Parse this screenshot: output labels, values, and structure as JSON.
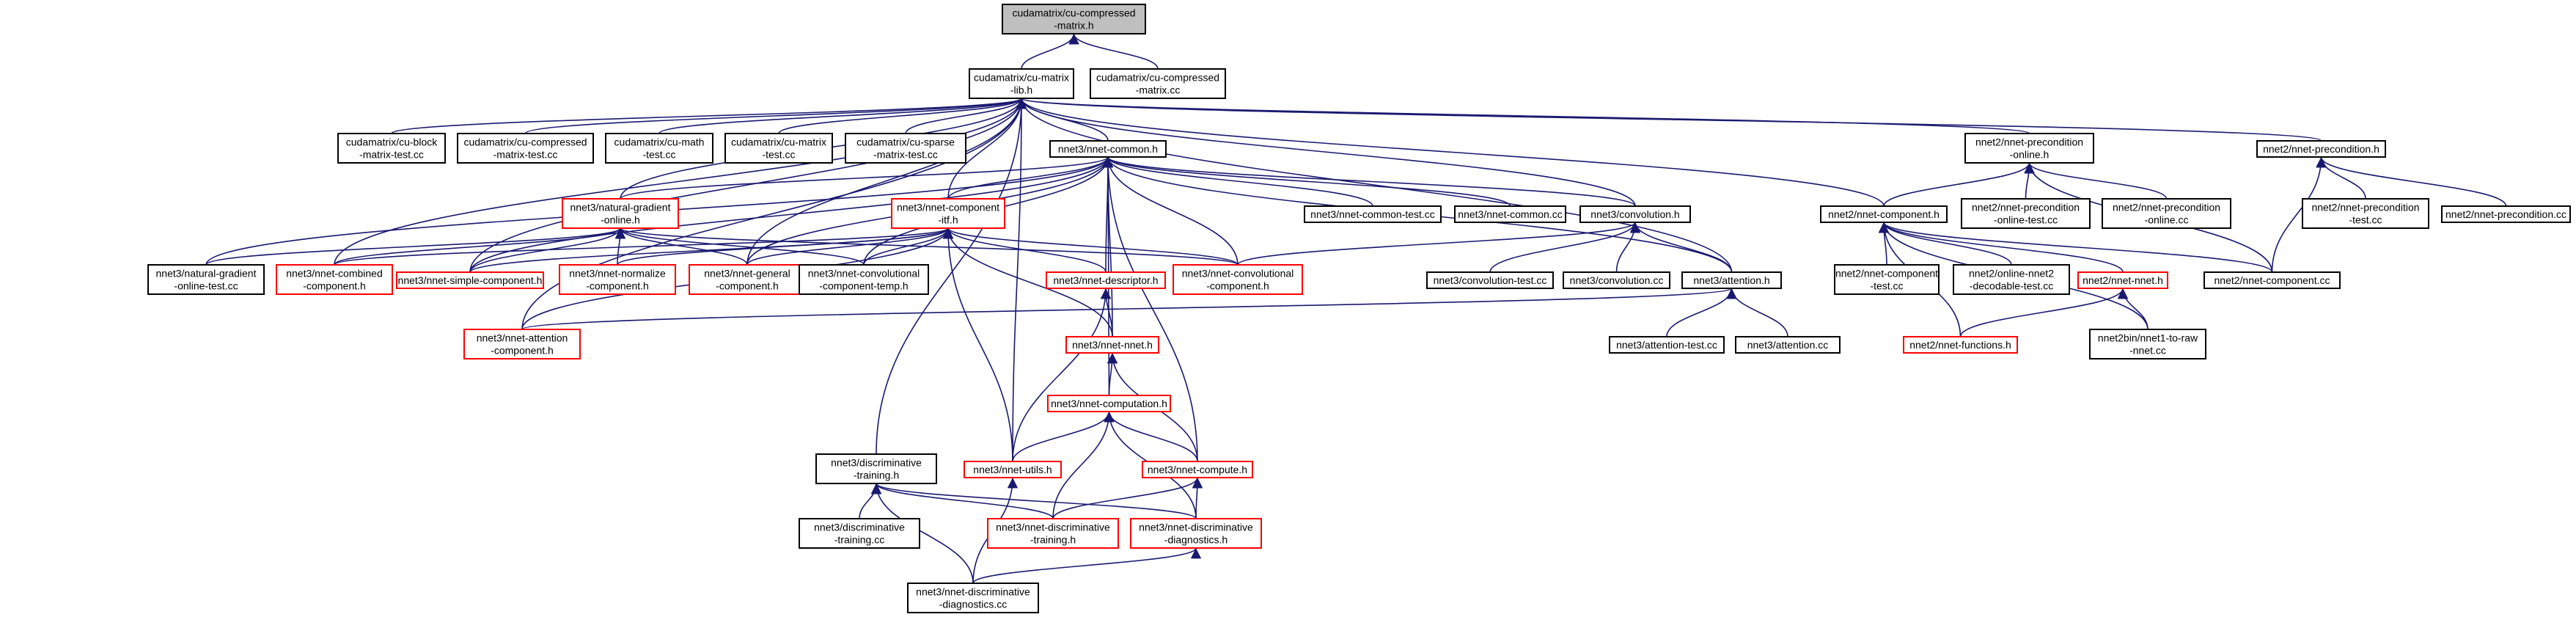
{
  "colors": {
    "edge": "#191970",
    "root_fill": "#bfbfbf",
    "black_border": "#000000",
    "red_border": "#ff0000"
  },
  "nodes": [
    {
      "id": "cm-h",
      "lines": [
        "cudamatrix/cu-compressed",
        "-matrix.h"
      ],
      "style": "root"
    },
    {
      "id": "cm-lib",
      "lines": [
        "cudamatrix/cu-matrix",
        "-lib.h"
      ],
      "style": "black"
    },
    {
      "id": "cm-cc",
      "lines": [
        "cudamatrix/cu-compressed",
        "-matrix.cc"
      ],
      "style": "black"
    },
    {
      "id": "cb-test",
      "lines": [
        "cudamatrix/cu-block",
        "-matrix-test.cc"
      ],
      "style": "black"
    },
    {
      "id": "ccm-test",
      "lines": [
        "cudamatrix/cu-compressed",
        "-matrix-test.cc"
      ],
      "style": "black"
    },
    {
      "id": "cmath-test",
      "lines": [
        "cudamatrix/cu-math",
        "-test.cc"
      ],
      "style": "black"
    },
    {
      "id": "cmat-test",
      "lines": [
        "cudamatrix/cu-matrix",
        "-test.cc"
      ],
      "style": "black"
    },
    {
      "id": "csp-test",
      "lines": [
        "cudamatrix/cu-sparse",
        "-matrix-test.cc"
      ],
      "style": "black"
    },
    {
      "id": "n3-common-h",
      "lines": [
        "nnet3/nnet-common.h"
      ],
      "style": "black"
    },
    {
      "id": "n2-pre-online",
      "lines": [
        "nnet2/nnet-precondition",
        "-online.h"
      ],
      "style": "black"
    },
    {
      "id": "n2-pre-h",
      "lines": [
        "nnet2/nnet-precondition.h"
      ],
      "style": "black"
    },
    {
      "id": "n3-ngo",
      "lines": [
        "nnet3/natural-gradient",
        "-online.h"
      ],
      "style": "red"
    },
    {
      "id": "n3-comp-itf",
      "lines": [
        "nnet3/nnet-component",
        "-itf.h"
      ],
      "style": "red"
    },
    {
      "id": "n3-common-test",
      "lines": [
        "nnet3/nnet-common-test.cc"
      ],
      "style": "black"
    },
    {
      "id": "n3-common-cc",
      "lines": [
        "nnet3/nnet-common.cc"
      ],
      "style": "black"
    },
    {
      "id": "n3-conv-h",
      "lines": [
        "nnet3/convolution.h"
      ],
      "style": "black"
    },
    {
      "id": "n2-comp-h",
      "lines": [
        "nnet2/nnet-component.h"
      ],
      "style": "black"
    },
    {
      "id": "n2-pre-online-test",
      "lines": [
        "nnet2/nnet-precondition",
        "-online-test.cc"
      ],
      "style": "black"
    },
    {
      "id": "n2-pre-online-cc",
      "lines": [
        "nnet2/nnet-precondition",
        "-online.cc"
      ],
      "style": "black"
    },
    {
      "id": "n2-pre-test",
      "lines": [
        "nnet2/nnet-precondition",
        "-test.cc"
      ],
      "style": "black"
    },
    {
      "id": "n2-pre-cc",
      "lines": [
        "nnet2/nnet-precondition.cc"
      ],
      "style": "black"
    },
    {
      "id": "n3-ngo-test",
      "lines": [
        "nnet3/natural-gradient",
        "-online-test.cc"
      ],
      "style": "black"
    },
    {
      "id": "n3-combined",
      "lines": [
        "nnet3/nnet-combined",
        "-component.h"
      ],
      "style": "red"
    },
    {
      "id": "n3-simple",
      "lines": [
        "nnet3/nnet-simple-component.h"
      ],
      "style": "red"
    },
    {
      "id": "n3-normalize",
      "lines": [
        "nnet3/nnet-normalize",
        "-component.h"
      ],
      "style": "red"
    },
    {
      "id": "n3-general",
      "lines": [
        "nnet3/nnet-general",
        "-component.h"
      ],
      "style": "red"
    },
    {
      "id": "n3-conv-temp",
      "lines": [
        "nnet3/nnet-convolutional",
        "-component-temp.h"
      ],
      "style": "black"
    },
    {
      "id": "n3-descriptor",
      "lines": [
        "nnet3/nnet-descriptor.h"
      ],
      "style": "red"
    },
    {
      "id": "n3-convolutional",
      "lines": [
        "nnet3/nnet-convolutional",
        "-component.h"
      ],
      "style": "red"
    },
    {
      "id": "n3-conv-test",
      "lines": [
        "nnet3/convolution-test.cc"
      ],
      "style": "black"
    },
    {
      "id": "n3-conv-cc",
      "lines": [
        "nnet3/convolution.cc"
      ],
      "style": "black"
    },
    {
      "id": "n3-attention-h",
      "lines": [
        "nnet3/attention.h"
      ],
      "style": "black"
    },
    {
      "id": "n2-comp-test",
      "lines": [
        "nnet2/nnet-component",
        "-test.cc"
      ],
      "style": "black"
    },
    {
      "id": "n2-online-test",
      "lines": [
        "nnet2/online-nnet2",
        "-decodable-test.cc"
      ],
      "style": "black"
    },
    {
      "id": "n2-nnet-h",
      "lines": [
        "nnet2/nnet-nnet.h"
      ],
      "style": "red"
    },
    {
      "id": "n2-comp-cc",
      "lines": [
        "nnet2/nnet-component.cc"
      ],
      "style": "black"
    },
    {
      "id": "n3-att-comp",
      "lines": [
        "nnet3/nnet-attention",
        "-component.h"
      ],
      "style": "red"
    },
    {
      "id": "n3-nnet-h",
      "lines": [
        "nnet3/nnet-nnet.h"
      ],
      "style": "red"
    },
    {
      "id": "n3-att-test",
      "lines": [
        "nnet3/attention-test.cc"
      ],
      "style": "black"
    },
    {
      "id": "n3-att-cc",
      "lines": [
        "nnet3/attention.cc"
      ],
      "style": "black"
    },
    {
      "id": "n2-functions",
      "lines": [
        "nnet2/nnet-functions.h"
      ],
      "style": "red"
    },
    {
      "id": "n2bin-raw",
      "lines": [
        "nnet2bin/nnet1-to-raw",
        "-nnet.cc"
      ],
      "style": "black"
    },
    {
      "id": "n3-computation",
      "lines": [
        "nnet3/nnet-computation.h"
      ],
      "style": "red"
    },
    {
      "id": "n3-disc-training-h",
      "lines": [
        "nnet3/discriminative",
        "-training.h"
      ],
      "style": "black"
    },
    {
      "id": "n3-utils",
      "lines": [
        "nnet3/nnet-utils.h"
      ],
      "style": "red"
    },
    {
      "id": "n3-compute",
      "lines": [
        "nnet3/nnet-compute.h"
      ],
      "style": "red"
    },
    {
      "id": "n3-disc-training-cc",
      "lines": [
        "nnet3/discriminative",
        "-training.cc"
      ],
      "style": "black"
    },
    {
      "id": "n3-nnet-disc-training",
      "lines": [
        "nnet3/nnet-discriminative",
        "-training.h"
      ],
      "style": "red"
    },
    {
      "id": "n3-nnet-disc-diag",
      "lines": [
        "nnet3/nnet-discriminative",
        "-diagnostics.h"
      ],
      "style": "red"
    },
    {
      "id": "n3-nnet-disc-diag-cc",
      "lines": [
        "nnet3/nnet-discriminative",
        "-diagnostics.cc"
      ],
      "style": "black"
    }
  ],
  "edges": [
    [
      "cm-lib",
      "cm-h"
    ],
    [
      "cm-cc",
      "cm-h"
    ],
    [
      "cb-test",
      "cm-lib"
    ],
    [
      "ccm-test",
      "cm-lib"
    ],
    [
      "cmath-test",
      "cm-lib"
    ],
    [
      "cmat-test",
      "cm-lib"
    ],
    [
      "csp-test",
      "cm-lib"
    ],
    [
      "n3-common-h",
      "cm-lib"
    ],
    [
      "n2-pre-online",
      "cm-lib"
    ],
    [
      "n2-pre-h",
      "cm-lib"
    ],
    [
      "n3-ngo",
      "cm-lib"
    ],
    [
      "n3-comp-itf",
      "cm-lib"
    ],
    [
      "n3-conv-h",
      "cm-lib"
    ],
    [
      "n2-comp-h",
      "cm-lib"
    ],
    [
      "n3-attention-h",
      "cm-lib"
    ],
    [
      "n3-simple",
      "cm-lib"
    ],
    [
      "n3-general",
      "cm-lib"
    ],
    [
      "n3-att-comp",
      "cm-lib"
    ],
    [
      "n3-disc-training-h",
      "cm-lib"
    ],
    [
      "n3-utils",
      "cm-lib"
    ],
    [
      "n3-combined",
      "cm-lib"
    ],
    [
      "n3-ngo-test",
      "n3-common-h"
    ],
    [
      "n3-ngo",
      "n3-common-h"
    ],
    [
      "n3-comp-itf",
      "n3-common-h"
    ],
    [
      "n3-common-test",
      "n3-common-h"
    ],
    [
      "n3-common-cc",
      "n3-common-h"
    ],
    [
      "n3-conv-h",
      "n3-common-h"
    ],
    [
      "n3-descriptor",
      "n3-common-h"
    ],
    [
      "n3-convolutional",
      "n3-common-h"
    ],
    [
      "n3-attention-h",
      "n3-common-h"
    ],
    [
      "n3-nnet-h",
      "n3-common-h"
    ],
    [
      "n3-computation",
      "n3-common-h"
    ],
    [
      "n3-compute",
      "n3-common-h"
    ],
    [
      "n3-conv-temp",
      "n3-common-h"
    ],
    [
      "n3-general",
      "n3-common-h"
    ],
    [
      "n3-simple",
      "n3-common-h"
    ],
    [
      "n2-comp-h",
      "n2-pre-online"
    ],
    [
      "n2-pre-online-test",
      "n2-pre-online"
    ],
    [
      "n2-pre-online-cc",
      "n2-pre-online"
    ],
    [
      "n2-comp-cc",
      "n2-pre-online"
    ],
    [
      "n2-pre-test",
      "n2-pre-h"
    ],
    [
      "n2-pre-cc",
      "n2-pre-h"
    ],
    [
      "n2-comp-cc",
      "n2-pre-h"
    ],
    [
      "n3-ngo-test",
      "n3-ngo"
    ],
    [
      "n3-combined",
      "n3-ngo"
    ],
    [
      "n3-simple",
      "n3-ngo"
    ],
    [
      "n3-normalize",
      "n3-ngo"
    ],
    [
      "n3-general",
      "n3-ngo"
    ],
    [
      "n3-conv-temp",
      "n3-ngo"
    ],
    [
      "n3-convolutional",
      "n3-ngo"
    ],
    [
      "n3-combined",
      "n3-comp-itf"
    ],
    [
      "n3-simple",
      "n3-comp-itf"
    ],
    [
      "n3-normalize",
      "n3-comp-itf"
    ],
    [
      "n3-general",
      "n3-comp-itf"
    ],
    [
      "n3-conv-temp",
      "n3-comp-itf"
    ],
    [
      "n3-descriptor",
      "n3-comp-itf"
    ],
    [
      "n3-convolutional",
      "n3-comp-itf"
    ],
    [
      "n3-att-comp",
      "n3-comp-itf"
    ],
    [
      "n3-nnet-h",
      "n3-comp-itf"
    ],
    [
      "n3-utils",
      "n3-comp-itf"
    ],
    [
      "n3-conv-test",
      "n3-conv-h"
    ],
    [
      "n3-conv-cc",
      "n3-conv-h"
    ],
    [
      "n3-attention-h",
      "n3-conv-h"
    ],
    [
      "n3-convolutional",
      "n3-conv-h"
    ],
    [
      "n2-comp-test",
      "n2-comp-h"
    ],
    [
      "n2-online-test",
      "n2-comp-h"
    ],
    [
      "n2-nnet-h",
      "n2-comp-h"
    ],
    [
      "n2-comp-cc",
      "n2-comp-h"
    ],
    [
      "n2-functions",
      "n2-comp-h"
    ],
    [
      "n2bin-raw",
      "n2-comp-h"
    ],
    [
      "n3-att-test",
      "n3-attention-h"
    ],
    [
      "n3-att-cc",
      "n3-attention-h"
    ],
    [
      "n3-att-comp",
      "n3-attention-h"
    ],
    [
      "n2-functions",
      "n2-nnet-h"
    ],
    [
      "n2bin-raw",
      "n2-nnet-h"
    ],
    [
      "n3-nnet-h",
      "n3-descriptor"
    ],
    [
      "n3-utils",
      "n3-descriptor"
    ],
    [
      "n3-computation",
      "n3-nnet-h"
    ],
    [
      "n3-compute",
      "n3-nnet-h"
    ],
    [
      "n3-utils",
      "n3-computation"
    ],
    [
      "n3-compute",
      "n3-computation"
    ],
    [
      "n3-nnet-disc-training",
      "n3-computation"
    ],
    [
      "n3-nnet-disc-diag",
      "n3-computation"
    ],
    [
      "n3-nnet-disc-training",
      "n3-compute"
    ],
    [
      "n3-nnet-disc-diag",
      "n3-compute"
    ],
    [
      "n3-disc-training-cc",
      "n3-disc-training-h"
    ],
    [
      "n3-nnet-disc-training",
      "n3-disc-training-h"
    ],
    [
      "n3-nnet-disc-diag",
      "n3-disc-training-h"
    ],
    [
      "n3-nnet-disc-diag-cc",
      "n3-disc-training-h"
    ],
    [
      "n3-nnet-disc-diag-cc",
      "n3-utils"
    ],
    [
      "n3-nnet-disc-diag-cc",
      "n3-nnet-disc-diag"
    ]
  ]
}
